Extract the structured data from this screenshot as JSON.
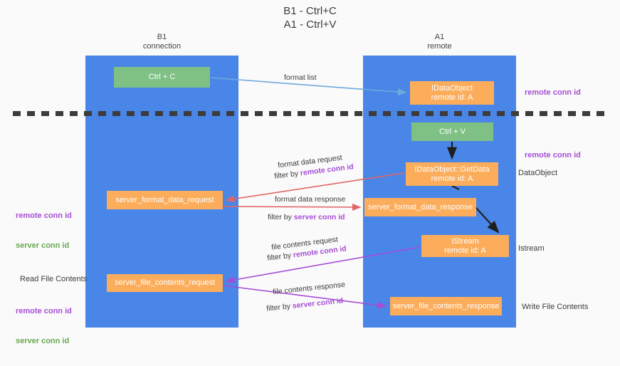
{
  "title": "B1 - Ctrl+C\nA1 - Ctrl+V",
  "columns": {
    "left": {
      "name": "B1",
      "role": "connection",
      "label": "B1\nconnection"
    },
    "right": {
      "name": "A1",
      "role": "remote",
      "label": "A1\nremote"
    }
  },
  "nodes": {
    "ctrl_c": "Ctrl + C",
    "idataobject": "IDataObject\nremote id: A",
    "ctrl_v": "Ctrl + V",
    "getdata": "IDataObject::GetData\nremote id: A",
    "server_format_data_request": "server_format_data_request",
    "server_format_data_response": "server_format_data_response",
    "istream": "IStream\nremote id: A",
    "server_file_contents_request": "server_file_contents_request",
    "server_file_contents_response": "server_file_contents_response"
  },
  "edge_labels": {
    "format_list": "format list",
    "format_data_request": "format data request",
    "format_data_request_filter_prefix": "filter by ",
    "format_data_request_filter_key": "remote conn id",
    "format_data_response": "format data response",
    "format_data_response_filter_prefix": "filter by ",
    "format_data_response_filter_key": "server conn id",
    "file_contents_request": "file contents request",
    "file_contents_request_filter_prefix": "filter by ",
    "file_contents_request_filter_key": "remote conn id",
    "file_contents_response": "file contents response",
    "file_contents_response_filter_prefix": "filter by ",
    "file_contents_response_filter_key": "server conn id"
  },
  "annotations": {
    "right_remote_conn_id_top": "remote conn id",
    "right_remote_conn_id_mid": "remote conn id",
    "right_dataobject": "DataObject",
    "right_istream": "Istream",
    "right_write_file_contents": "Write File Contents",
    "left_remote_conn_id": "remote conn id",
    "left_server_conn_id": "server conn id",
    "left_read_file_contents": "Read File Contents",
    "left_remote_conn_id_2": "remote conn id",
    "left_server_conn_id_2": "server conn id"
  },
  "colors": {
    "lane": "#4a86e8",
    "node_orange": "#fbad5c",
    "node_green": "#7fc184",
    "remote_key": "#a64dd6",
    "server_key": "#6aa84f",
    "arrow_blue": "#6fa8dc",
    "arrow_red": "#e06666",
    "arrow_purple": "#a64dd6",
    "arrow_black": "#1f1f1f",
    "background": "#fafafa"
  }
}
